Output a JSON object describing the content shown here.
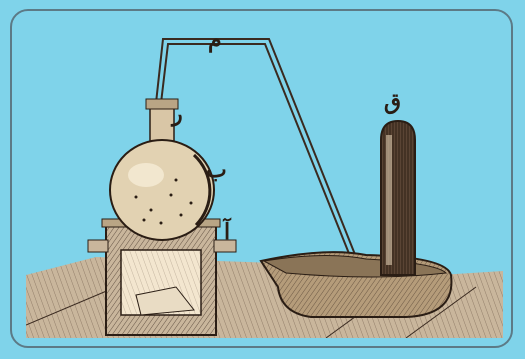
{
  "labels": {
    "tube": "م",
    "neck": "ر",
    "flask": "ب",
    "furnace": "آ",
    "receiver": "ق"
  },
  "colors": {
    "background": "#7fd3ea",
    "frame_border": "#5c7a86",
    "ink": "#2a1d14",
    "paper": "#c9b69c"
  }
}
